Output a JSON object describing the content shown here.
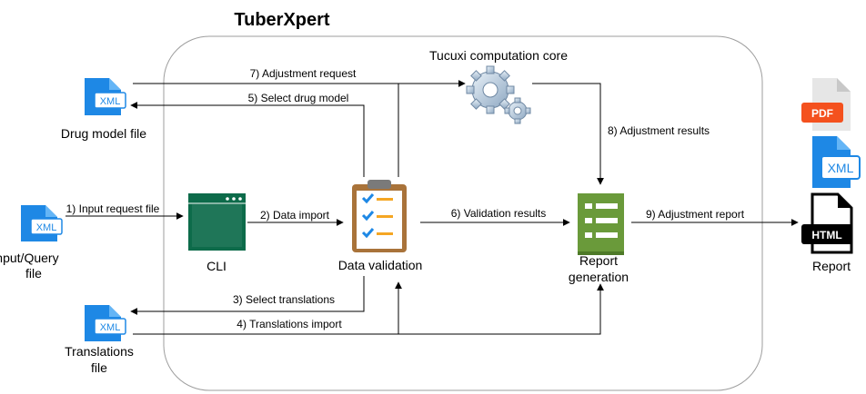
{
  "title": "TuberXpert",
  "nodes": {
    "drug_model_file": "Drug model file",
    "input_query_file_line1": "Input/Query",
    "input_query_file_line2": "file",
    "translations_file_line1": "Translations",
    "translations_file_line2": "file",
    "cli": "CLI",
    "data_validation": "Data validation",
    "tucuxi_core": "Tucuxi computation core",
    "report_generation_line1": "Report",
    "report_generation_line2": "generation",
    "report": "Report"
  },
  "edges": {
    "e1": "1) Input request file",
    "e2": "2) Data import",
    "e3": "3) Select translations",
    "e4": "4) Translations import",
    "e5": "5) Select drug model",
    "e6": "6) Validation results",
    "e7": "7) Adjustment request",
    "e8": "8) Adjustment results",
    "e9": "9) Adjustment report"
  },
  "icons": {
    "xml_badge": "XML",
    "pdf_badge": "PDF",
    "html_badge": "HTML"
  },
  "colors": {
    "xml_blue": "#1e88e5",
    "pdf_red": "#f4511e",
    "cli_green": "#0d6b4a",
    "report_green": "#6a9a3a",
    "clipboard_brown": "#a9733a",
    "gear_blue": "#9fb7cf"
  }
}
